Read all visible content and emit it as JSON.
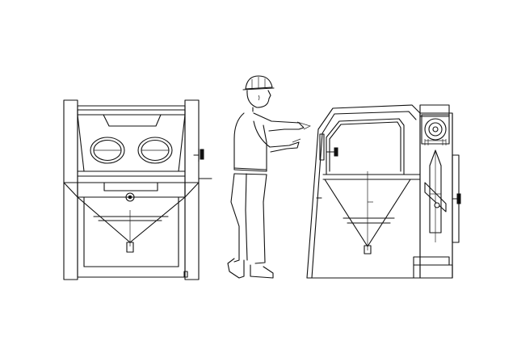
{
  "drawing": {
    "line_color": "#111111",
    "background": "#ffffff",
    "views": [
      "front-view",
      "operator-figure",
      "side-view"
    ]
  }
}
